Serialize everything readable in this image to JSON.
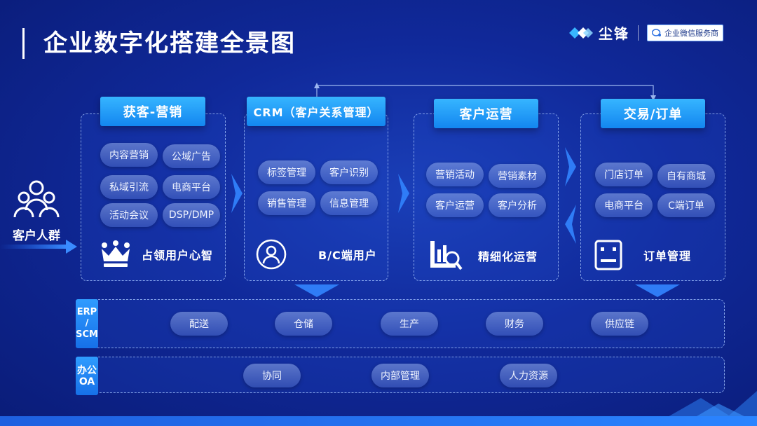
{
  "title": "企业数字化搭建全景图",
  "brand": {
    "name": "尘锋",
    "partner": "企业微信服务商"
  },
  "audience": {
    "label": "客户人群"
  },
  "sections": [
    {
      "header": "获客-营销",
      "items": [
        "内容营销",
        "公域广告",
        "私域引流",
        "电商平台",
        "活动会议",
        "DSP/DMP"
      ],
      "feature": "占领用户心智"
    },
    {
      "header": "CRM（客户关系管理）",
      "items": [
        "标签管理",
        "客户识别",
        "销售管理",
        "信息管理"
      ],
      "feature": "B/C端用户"
    },
    {
      "header": "客户运营",
      "items": [
        "营销活动",
        "营销素材",
        "客户运营",
        "客户分析"
      ],
      "feature": "精细化运营"
    },
    {
      "header": "交易/订单",
      "items": [
        "门店订单",
        "自有商城",
        "电商平台",
        "C端订单"
      ],
      "feature": "订单管理"
    }
  ],
  "erp": {
    "tag": "ERP / SCM",
    "tag_lines": [
      "ERP",
      "/",
      "SCM"
    ],
    "items": [
      "配送",
      "仓储",
      "生产",
      "财务",
      "供应链"
    ]
  },
  "oa": {
    "tag": "办公 OA",
    "tag_lines": [
      "办公",
      "OA"
    ],
    "items": [
      "协同",
      "内部管理",
      "人力资源"
    ]
  },
  "colors": {
    "accent": "#1e8cf5",
    "background": "#10299a"
  }
}
